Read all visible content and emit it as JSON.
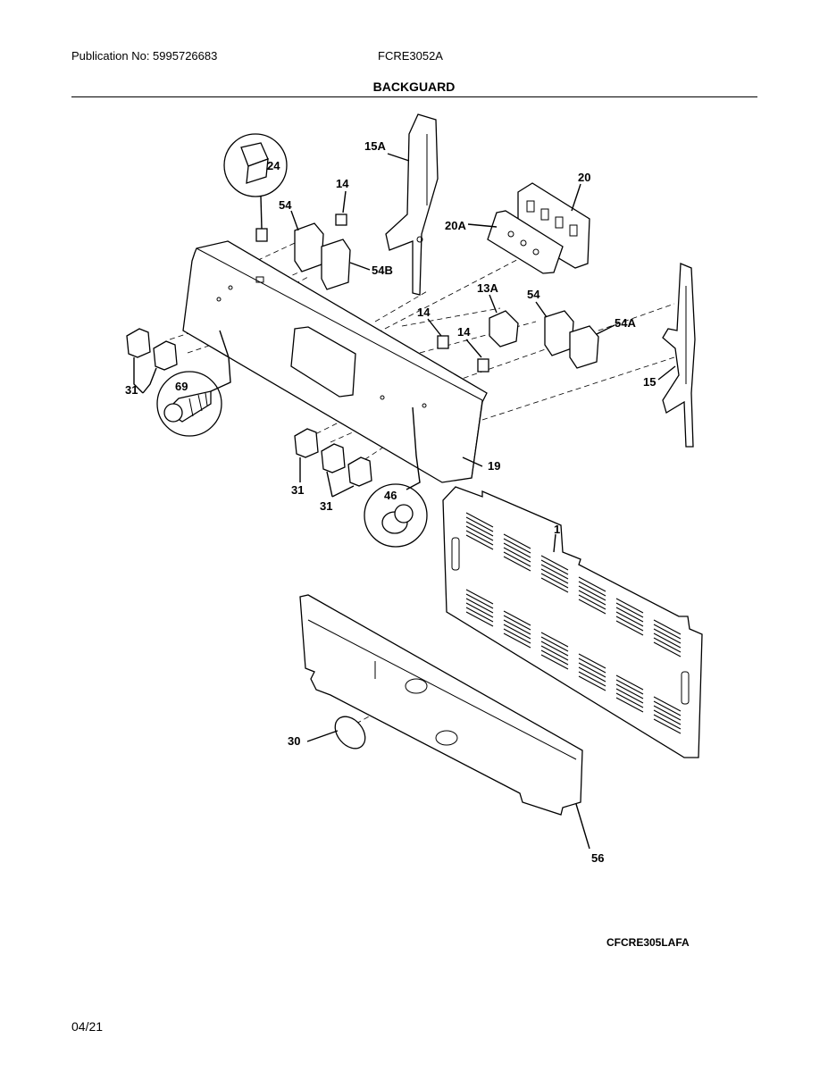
{
  "header": {
    "publication": "Publication No: 5995726683",
    "model": "FCRE3052A",
    "title": "BACKGUARD"
  },
  "callouts": {
    "c1": "1",
    "c13A": "13A",
    "c14a": "14",
    "c14b": "14",
    "c14c": "14",
    "c15": "15",
    "c15A": "15A",
    "c19": "19",
    "c20": "20",
    "c20A": "20A",
    "c24": "24",
    "c30": "30",
    "c31a": "31",
    "c31b": "31",
    "c31c": "31",
    "c46": "46",
    "c54a": "54",
    "c54b": "54",
    "c54A": "54A",
    "c54B": "54B",
    "c56": "56",
    "c69": "69"
  },
  "footer": {
    "diagram_id": "CFCRE305LAFA",
    "date": "04/21"
  }
}
